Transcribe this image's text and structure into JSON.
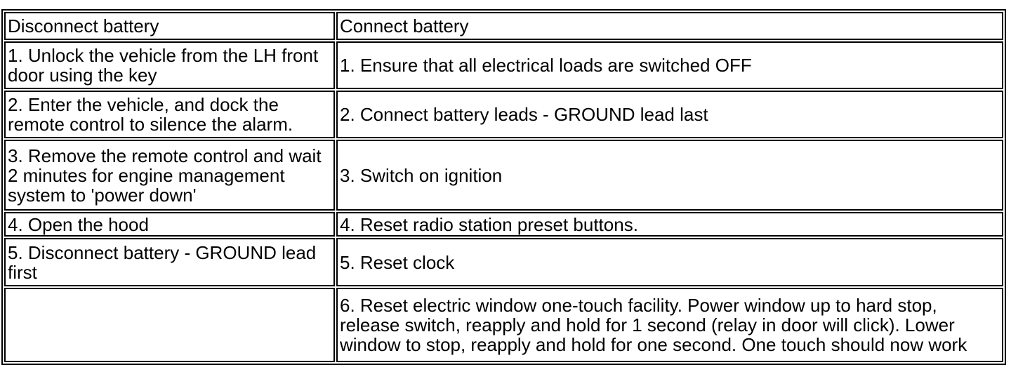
{
  "colors": {
    "background": "#ffffff",
    "border": "#000000",
    "text": "#000000"
  },
  "table": {
    "column_headers": [
      "Disconnect battery",
      "Connect battery"
    ],
    "rows": [
      {
        "left": "1. Unlock the vehicle from the LH front door using the key",
        "right": "1. Ensure that all electrical loads are switched OFF"
      },
      {
        "left": "2. Enter the vehicle, and dock the remote control to silence the alarm.",
        "right": "2. Connect battery leads - GROUND lead last"
      },
      {
        "left": "3. Remove the remote control and wait 2 minutes for engine management system to 'power down'",
        "right": "3. Switch on ignition"
      },
      {
        "left": "4. Open the hood",
        "right": "4. Reset radio station preset buttons."
      },
      {
        "left": "5. Disconnect battery - GROUND lead first",
        "right": "5. Reset clock"
      },
      {
        "left": "",
        "right": "6. Reset electric window one-touch facility. Power window up to hard stop, release switch, reapply and hold for 1 second (relay in door will click). Lower window to stop, reapply and hold for one second. One touch should now work"
      }
    ]
  }
}
